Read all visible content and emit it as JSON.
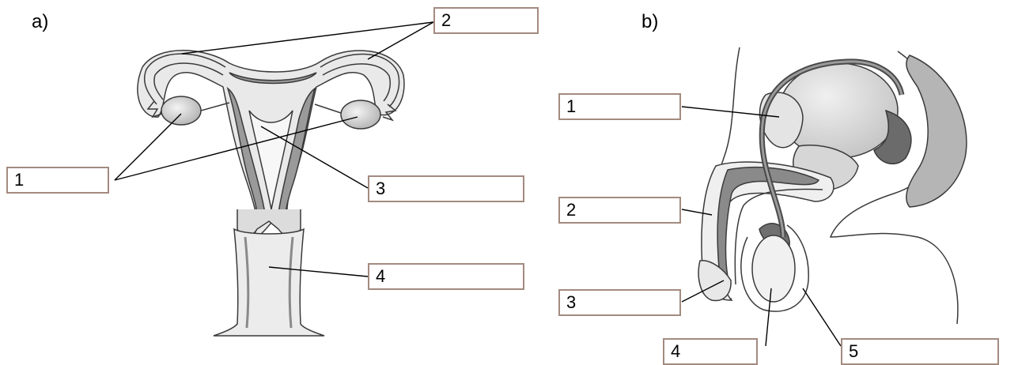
{
  "diagram_a": {
    "label": "a)",
    "boxes": {
      "1": "1",
      "2": "2",
      "3": "3",
      "4": "4"
    }
  },
  "diagram_b": {
    "label": "b)",
    "boxes": {
      "1": "1",
      "2": "2",
      "3": "3",
      "4": "4",
      "5": "5"
    }
  },
  "colors": {
    "box_border": "#a38a80",
    "tissue_dark": "#8c8c8c",
    "tissue_light": "#e6e6e6",
    "outline": "#3a3a3a"
  }
}
